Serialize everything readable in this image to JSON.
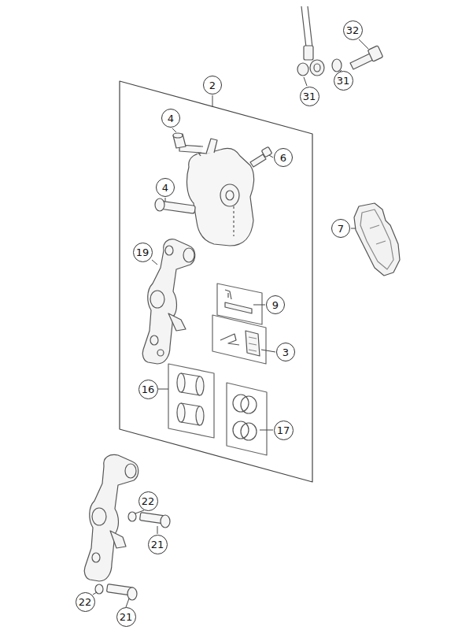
{
  "diagram": {
    "nodes": [
      {
        "text": [
          "32"
        ]
      },
      {
        "text": [
          "31"
        ]
      },
      {
        "text": [
          "2"
        ]
      },
      {
        "text": [
          "31"
        ]
      },
      {
        "text": [
          "4"
        ]
      },
      {
        "text": [
          "6"
        ]
      },
      {
        "text": [
          "4"
        ]
      },
      {
        "text": [
          "7"
        ]
      },
      {
        "text": [
          "19"
        ]
      },
      {
        "text": [
          "9"
        ]
      },
      {
        "text": [
          "3"
        ]
      },
      {
        "text": [
          "16"
        ]
      },
      {
        "text": [
          "17"
        ]
      },
      {
        "text": [
          "22"
        ]
      },
      {
        "text": [
          "21"
        ]
      },
      {
        "text": [
          "22"
        ]
      },
      {
        "text": [
          "21"
        ]
      }
    ],
    "edges": []
  }
}
